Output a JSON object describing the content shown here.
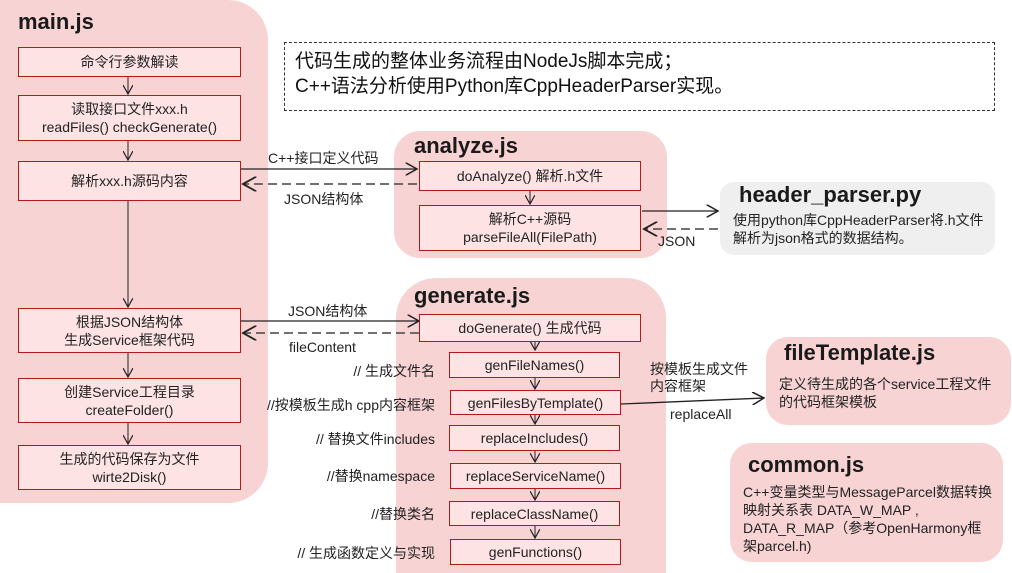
{
  "note": {
    "line1": "代码生成的整体业务流程由NodeJs脚本完成；",
    "line2": "C++语法分析使用Python库CppHeaderParser实现。"
  },
  "main_js": {
    "title": "main.js",
    "steps": [
      {
        "line1": "命令行参数解读",
        "line2": ""
      },
      {
        "line1": "读取接口文件xxx.h",
        "line2": "readFiles() checkGenerate()"
      },
      {
        "line1": "解析xxx.h源码内容",
        "line2": ""
      },
      {
        "line1": "根据JSON结构体",
        "line2": "生成Service框架代码"
      },
      {
        "line1": "创建Service工程目录",
        "line2": "createFolder()"
      },
      {
        "line1": "生成的代码保存为文件",
        "line2": "wirte2Disk()"
      }
    ]
  },
  "analyze_js": {
    "title": "analyze.js",
    "steps": [
      {
        "line1": "doAnalyze() 解析.h文件",
        "line2": ""
      },
      {
        "line1": "解析C++源码",
        "line2": "parseFileAll(FilePath)"
      }
    ]
  },
  "header_parser": {
    "title": "header_parser.py",
    "desc": "使用python库CppHeaderParser将.h文件解析为json格式的数据结构。"
  },
  "generate_js": {
    "title": "generate.js",
    "steps": [
      {
        "label": "doGenerate() 生成代码",
        "comment": ""
      },
      {
        "label": "genFileNames()",
        "comment": "// 生成文件名"
      },
      {
        "label": "genFilesByTemplate()",
        "comment": "//按模板生成h cpp内容框架"
      },
      {
        "label": "replaceIncludes()",
        "comment": "// 替换文件includes"
      },
      {
        "label": "replaceServiceName()",
        "comment": "//替换namespace"
      },
      {
        "label": "replaceClassName()",
        "comment": "//替换类名"
      },
      {
        "label": "genFunctions()",
        "comment": "// 生成函数定义与实现"
      }
    ]
  },
  "file_template": {
    "title": "fileTemplate.js",
    "desc": "定义待生成的各个service工程文件的代码框架模板"
  },
  "common_js": {
    "title": "common.js",
    "desc": "C++变量类型与MessageParcel数据转换映射关系表 DATA_W_MAP , DATA_R_MAP（参考OpenHarmony框架parcel.h)"
  },
  "edges": {
    "main_to_analyze": "C++接口定义代码",
    "analyze_to_main": "JSON结构体",
    "analyze_to_parser": "",
    "parser_to_analyze": "JSON",
    "main_to_generate": "JSON结构体",
    "generate_to_main": "fileContent",
    "generate_to_template_line1": "按模板生成文件",
    "generate_to_template_line2": "内容框架",
    "generate_to_template_below": "replaceAll"
  }
}
